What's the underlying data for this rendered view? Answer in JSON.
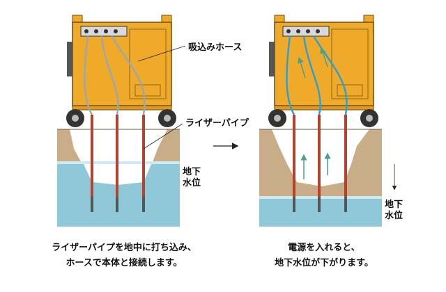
{
  "labels": {
    "suction_hose": "吸込みホース",
    "riser_pipe": "ライザーパイプ",
    "groundwater_left_line1": "地下",
    "groundwater_left_line2": "水位",
    "groundwater_right_line1": "地下",
    "groundwater_right_line2": "水位"
  },
  "captions": {
    "left_line1": "ライザーパイプを地中に打ち込み、",
    "left_line2": "ホースで本体と接続します。",
    "right_line1": "電源を入れると、",
    "right_line2": "地下水位が下がります。"
  },
  "colors": {
    "pump_body": "#f0aa2a",
    "pump_outline": "#6b4a10",
    "soil": "#c9ad88",
    "water": "#8ec8d9",
    "water_surface": "#cfe9f1",
    "hose": "#4b8aa6",
    "hose_active": "#2f9fd1",
    "riser_pipe": "#b4422e",
    "flow_arrow": "#4aa08e"
  },
  "icons": [
    "pump-unit",
    "flow-arrow-icon",
    "right-arrow-icon",
    "level-down-arrow-icon"
  ]
}
